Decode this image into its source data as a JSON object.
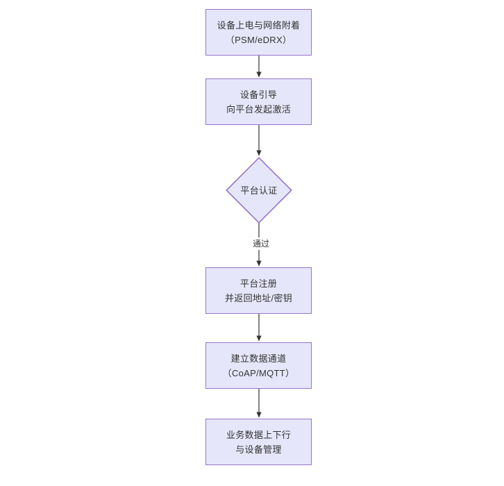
{
  "diagram": {
    "type": "flowchart",
    "orientation": "top-to-bottom",
    "theme": {
      "node_fill": "#e6e6fa",
      "node_border": "#9673c8",
      "text_color": "#333333",
      "connector_color": "#333333",
      "background": "#ffffff"
    },
    "nodes": [
      {
        "id": "node-power-on",
        "shape": "rectangle",
        "lines": [
          "设备上电与网络附着",
          "（PSM/eDRX）"
        ]
      },
      {
        "id": "node-bootstrap",
        "shape": "rectangle",
        "lines": [
          "设备引导",
          "向平台发起激活"
        ]
      },
      {
        "id": "node-platform-auth",
        "shape": "diamond",
        "lines": [
          "平台认证"
        ]
      },
      {
        "id": "node-platform-register",
        "shape": "rectangle",
        "lines": [
          "平台注册",
          "并返回地址/密钥"
        ]
      },
      {
        "id": "node-data-channel",
        "shape": "rectangle",
        "lines": [
          "建立数据通道",
          "（CoAP/MQTT）"
        ]
      },
      {
        "id": "node-service-data",
        "shape": "rectangle",
        "lines": [
          "业务数据上下行",
          "与设备管理"
        ]
      }
    ],
    "edges": [
      {
        "id": "edge-1",
        "from": "node-power-on",
        "to": "node-bootstrap",
        "label": ""
      },
      {
        "id": "edge-2",
        "from": "node-bootstrap",
        "to": "node-platform-auth",
        "label": ""
      },
      {
        "id": "edge-3",
        "from": "node-platform-auth",
        "to": "node-platform-register",
        "label": "通过"
      },
      {
        "id": "edge-4",
        "from": "node-platform-register",
        "to": "node-data-channel",
        "label": ""
      },
      {
        "id": "edge-5",
        "from": "node-data-channel",
        "to": "node-service-data",
        "label": ""
      }
    ]
  }
}
